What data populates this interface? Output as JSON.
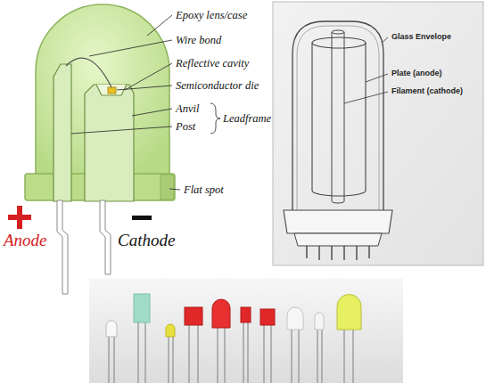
{
  "diagram": {
    "labels": [
      "Epoxy lens/case",
      "Wire bond",
      "Reflective cavity",
      "Semiconductor die",
      "Anvil",
      "Post",
      "Leadframe",
      "Flat spot",
      "Anode",
      "Cathode",
      "Glass Envelope",
      "Plate (anode)",
      "Filament (cathode)"
    ]
  }
}
